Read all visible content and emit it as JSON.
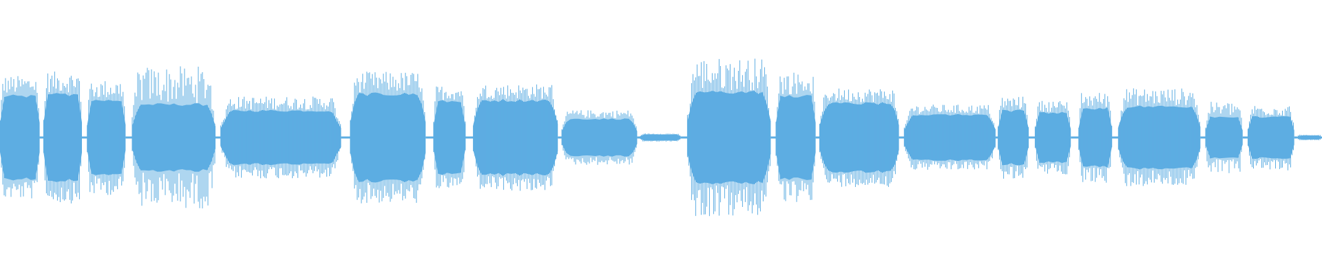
{
  "waveform": {
    "color": "#5dade2",
    "background": "#ffffff",
    "duration_segments": [
      {
        "start": 0.0,
        "end": 0.03,
        "amp": 0.4,
        "peak": 0.45
      },
      {
        "start": 0.033,
        "end": 0.062,
        "amp": 0.42,
        "peak": 0.48
      },
      {
        "start": 0.066,
        "end": 0.095,
        "amp": 0.36,
        "peak": 0.42
      },
      {
        "start": 0.1,
        "end": 0.163,
        "amp": 0.32,
        "peak": 0.52
      },
      {
        "start": 0.167,
        "end": 0.258,
        "amp": 0.26,
        "peak": 0.3
      },
      {
        "start": 0.265,
        "end": 0.322,
        "amp": 0.42,
        "peak": 0.48
      },
      {
        "start": 0.328,
        "end": 0.352,
        "amp": 0.35,
        "peak": 0.38
      },
      {
        "start": 0.358,
        "end": 0.422,
        "amp": 0.36,
        "peak": 0.39
      },
      {
        "start": 0.425,
        "end": 0.482,
        "amp": 0.18,
        "peak": 0.2
      },
      {
        "start": 0.484,
        "end": 0.515,
        "amp": 0.03,
        "peak": 0.03
      },
      {
        "start": 0.52,
        "end": 0.583,
        "amp": 0.44,
        "peak": 0.58
      },
      {
        "start": 0.587,
        "end": 0.617,
        "amp": 0.4,
        "peak": 0.48
      },
      {
        "start": 0.62,
        "end": 0.68,
        "amp": 0.33,
        "peak": 0.36
      },
      {
        "start": 0.684,
        "end": 0.753,
        "amp": 0.22,
        "peak": 0.24
      },
      {
        "start": 0.755,
        "end": 0.778,
        "amp": 0.26,
        "peak": 0.3
      },
      {
        "start": 0.783,
        "end": 0.81,
        "amp": 0.24,
        "peak": 0.27
      },
      {
        "start": 0.816,
        "end": 0.841,
        "amp": 0.28,
        "peak": 0.33
      },
      {
        "start": 0.846,
        "end": 0.908,
        "amp": 0.3,
        "peak": 0.36
      },
      {
        "start": 0.912,
        "end": 0.94,
        "amp": 0.2,
        "peak": 0.26
      },
      {
        "start": 0.944,
        "end": 0.979,
        "amp": 0.2,
        "peak": 0.24
      },
      {
        "start": 0.981,
        "end": 1.0,
        "amp": 0.02,
        "peak": 0.02
      }
    ]
  }
}
